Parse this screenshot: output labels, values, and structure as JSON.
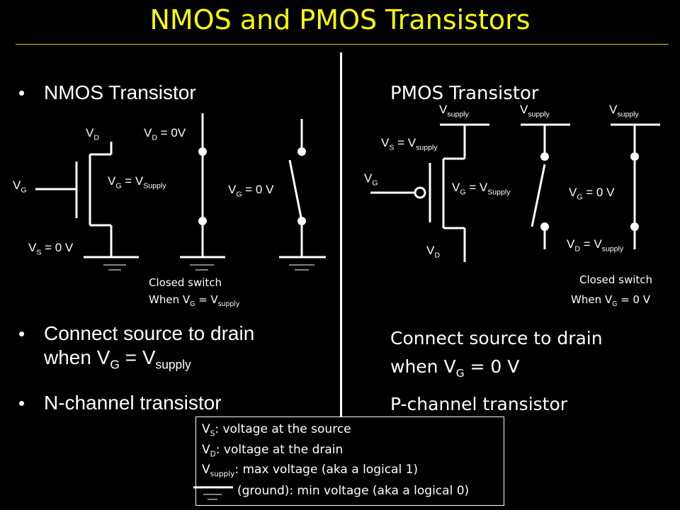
{
  "title": "NMOS and PMOS Transistors",
  "nmos": {
    "heading": "NMOS Transistor",
    "vd": {
      "main": "V",
      "sub": "D"
    },
    "vg": {
      "main": "V",
      "sub": "G"
    },
    "vs_eq": {
      "main": "V",
      "sub": "S",
      "rest": " = 0 V"
    },
    "vd_eq": {
      "main": "V",
      "sub": "D",
      "rest": " = 0V"
    },
    "vg_supply": {
      "main": "V",
      "sub": "G",
      "mid": " = V",
      "sub2": "Supply"
    },
    "vg_zero": {
      "main": "V",
      "sub": "G",
      "rest": " = 0 V"
    },
    "closed_line1": "Closed switch",
    "closed_line2": {
      "pre": "When V",
      "sub": "G",
      "mid": " = V",
      "sub2": "supply"
    },
    "bullet1": {
      "pre": "Connect source to drain",
      "line2": "when V",
      "sub": "G",
      "mid": " = V",
      "sub2": "supply"
    },
    "bullet2": "N-channel transistor"
  },
  "pmos": {
    "heading": "PMOS Transistor",
    "vsupply": {
      "main": "V",
      "sub": "supply"
    },
    "vs_eq": {
      "main": "V",
      "sub": "S",
      "mid": " = V",
      "sub2": "supply"
    },
    "vg": {
      "main": "V",
      "sub": "G"
    },
    "vd": {
      "main": "V",
      "sub": "D"
    },
    "vg_supply": {
      "main": "V",
      "sub": "G",
      "mid": " = V",
      "sub2": "Supply"
    },
    "vg_zero": {
      "main": "V",
      "sub": "G",
      "rest": " = 0 V"
    },
    "vd_eq": {
      "main": "V",
      "sub": "D",
      "mid": " = V",
      "sub2": "supply"
    },
    "closed_line1": "Closed switch",
    "closed_line2": {
      "pre": "When V",
      "sub": "G",
      "rest": " =  0 V"
    },
    "text1": {
      "line1": "Connect source to drain",
      "line2": "when V",
      "sub": "G",
      "rest": " = 0 V"
    },
    "text2": "P-channel transistor"
  },
  "legend": {
    "row1": {
      "main": "V",
      "sub": "S",
      "rest": ": voltage at the source"
    },
    "row2": {
      "main": "V",
      "sub": "D",
      "rest": ": voltage at the drain"
    },
    "row3": {
      "main": "V",
      "sub": "supply",
      "rest": ": max voltage (aka a logical 1)"
    },
    "row4": "(ground): min voltage (aka a logical 0)"
  },
  "colors": {
    "background": "#000000",
    "title": "#ffff00",
    "lines": "#ffffff"
  }
}
